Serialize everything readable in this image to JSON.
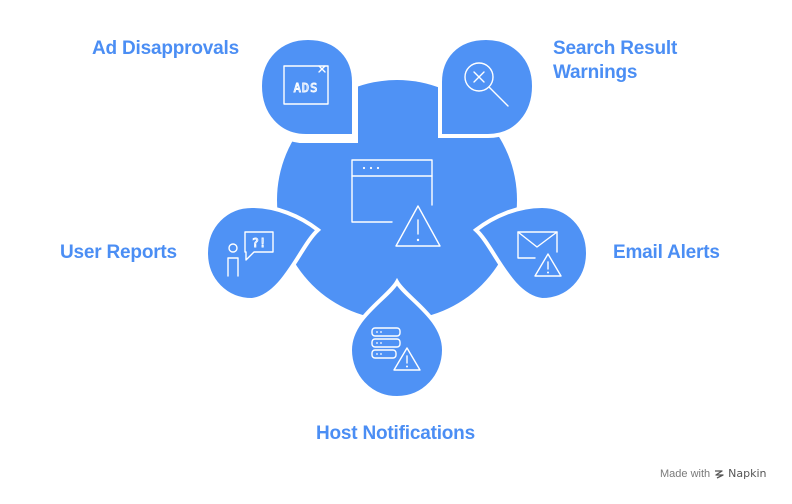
{
  "colors": {
    "fill": "#4f92f5",
    "label": "#4b8ef4",
    "icon_stroke": "#ffffff"
  },
  "nodes": {
    "center": {
      "icon": "browser-warning-icon"
    },
    "ad_disapprovals": {
      "label": "Ad Disapprovals",
      "icon": "ads-icon",
      "icon_text": "ADS"
    },
    "search_result_warnings": {
      "label_line1": "Search Result",
      "label_line2": "Warnings",
      "icon": "search-x-icon"
    },
    "user_reports": {
      "label": "User Reports",
      "icon": "user-question-icon",
      "icon_text": "?!"
    },
    "email_alerts": {
      "label": "Email Alerts",
      "icon": "email-warning-icon"
    },
    "host_notifications": {
      "label": "Host Notifications",
      "icon": "server-warning-icon"
    }
  },
  "watermark": {
    "prefix": "Made with",
    "brand": "Napkin"
  }
}
